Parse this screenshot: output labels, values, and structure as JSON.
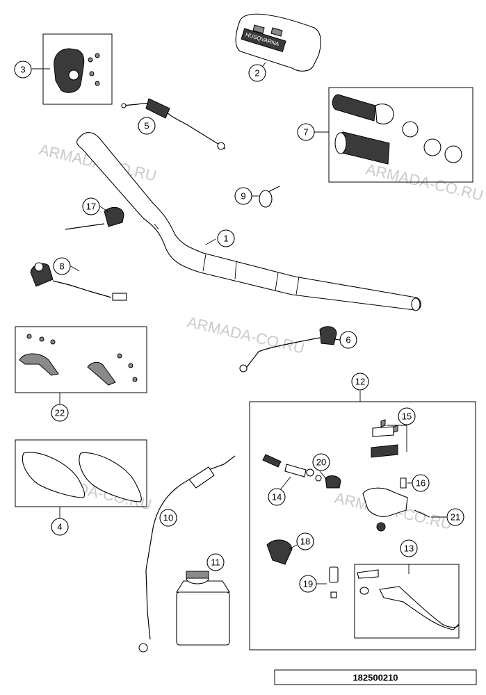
{
  "watermark": "ARMADA-CO.RU",
  "drawing_number": "182500210",
  "pad_branding": "HUSQVARNA",
  "callouts": [
    "1",
    "2",
    "3",
    "4",
    "5",
    "6",
    "7",
    "8",
    "9",
    "10",
    "11",
    "12",
    "13",
    "14",
    "15",
    "16",
    "17",
    "18",
    "19",
    "20",
    "21",
    "22"
  ]
}
